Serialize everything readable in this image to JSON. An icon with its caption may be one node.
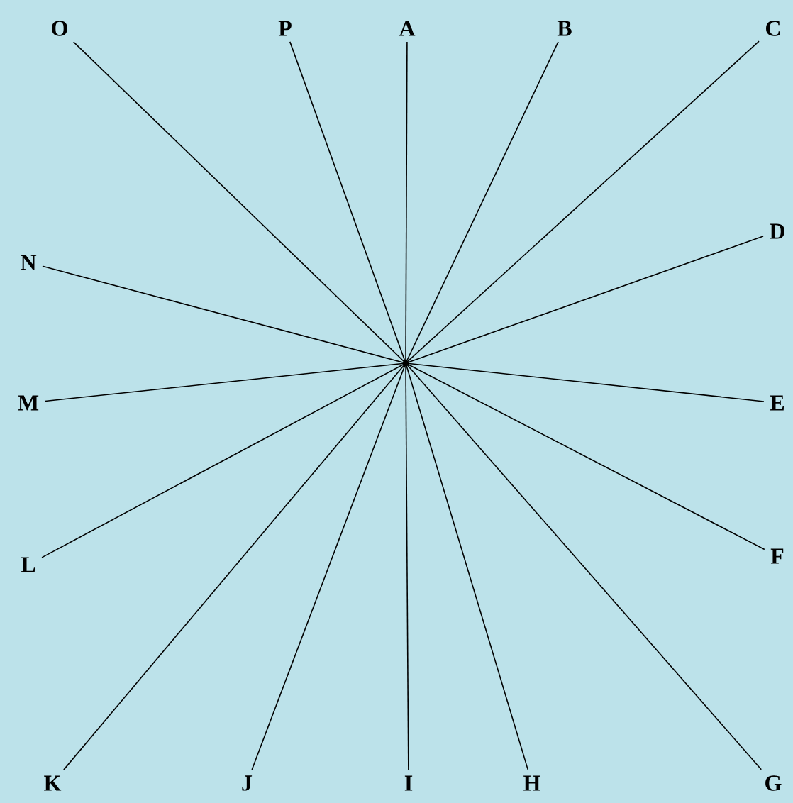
{
  "diagram": {
    "nodes": [
      {
        "text": [
          "O"
        ]
      },
      {
        "text": [
          "P"
        ]
      },
      {
        "text": [
          "A"
        ]
      },
      {
        "text": [
          "B"
        ]
      },
      {
        "text": [
          "C"
        ]
      },
      {
        "text": [
          "N"
        ]
      },
      {
        "text": [
          "D"
        ]
      },
      {
        "text": [
          "M"
        ]
      },
      {
        "text": [
          "E"
        ]
      },
      {
        "text": [
          "L"
        ]
      },
      {
        "text": [
          "F"
        ]
      },
      {
        "text": [
          "K"
        ]
      },
      {
        "text": [
          "J"
        ]
      },
      {
        "text": [
          "I"
        ]
      },
      {
        "text": [
          "H"
        ]
      },
      {
        "text": [
          "G"
        ]
      },
      {
        "text": [],
        "shape": "circle"
      }
    ],
    "edges": [
      {
        "from": 16,
        "to": 0,
        "arrow": "none"
      },
      {
        "from": 16,
        "to": 1,
        "arrow": "none"
      },
      {
        "from": 16,
        "to": 2,
        "arrow": "none"
      },
      {
        "from": 16,
        "to": 3,
        "arrow": "none"
      },
      {
        "from": 16,
        "to": 4,
        "arrow": "none"
      },
      {
        "from": 16,
        "to": 5,
        "arrow": "none"
      },
      {
        "from": 16,
        "to": 6,
        "arrow": "none"
      },
      {
        "from": 16,
        "to": 7,
        "arrow": "none"
      },
      {
        "from": 16,
        "to": 8,
        "arrow": "none"
      },
      {
        "from": 16,
        "to": 9,
        "arrow": "none"
      },
      {
        "from": 16,
        "to": 10,
        "arrow": "none"
      },
      {
        "from": 16,
        "to": 11,
        "arrow": "none"
      },
      {
        "from": 16,
        "to": 12,
        "arrow": "none"
      },
      {
        "from": 16,
        "to": 13,
        "arrow": "none"
      },
      {
        "from": 16,
        "to": 14,
        "arrow": "none"
      },
      {
        "from": 16,
        "to": 15,
        "arrow": "none"
      }
    ]
  }
}
